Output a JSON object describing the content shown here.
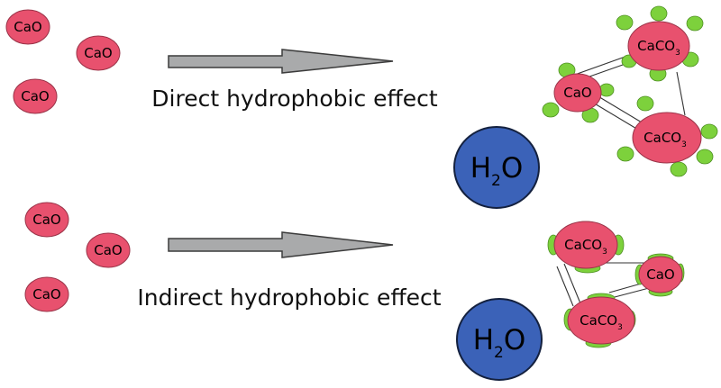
{
  "colors": {
    "particle_fill": "#e8516e",
    "particle_stroke": "#9a3348",
    "water_fill": "#3b62b8",
    "water_stroke": "#14213f",
    "coating_fill": "#7dd13c",
    "coating_stroke": "#4d8f21",
    "arrow_fill": "#a9aaab",
    "arrow_stroke": "#3c3c3c"
  },
  "panels": [
    {
      "label": "Direct hydrophobic effect",
      "reactants": [
        "CaO",
        "CaO",
        "CaO"
      ],
      "water": {
        "base": "H",
        "subscript": "2",
        "rest": "O"
      },
      "products": [
        {
          "base": "CaCO",
          "subscript": "3"
        },
        {
          "base": "CaO",
          "subscript": ""
        },
        {
          "base": "CaCO",
          "subscript": "3"
        }
      ]
    },
    {
      "label": "Indirect hydrophobic effect",
      "reactants": [
        "CaO",
        "CaO",
        "CaO"
      ],
      "water": {
        "base": "H",
        "subscript": "2",
        "rest": "O"
      },
      "products": [
        {
          "base": "CaCO",
          "subscript": "3"
        },
        {
          "base": "CaO",
          "subscript": ""
        },
        {
          "base": "CaCO",
          "subscript": "3"
        }
      ]
    }
  ]
}
